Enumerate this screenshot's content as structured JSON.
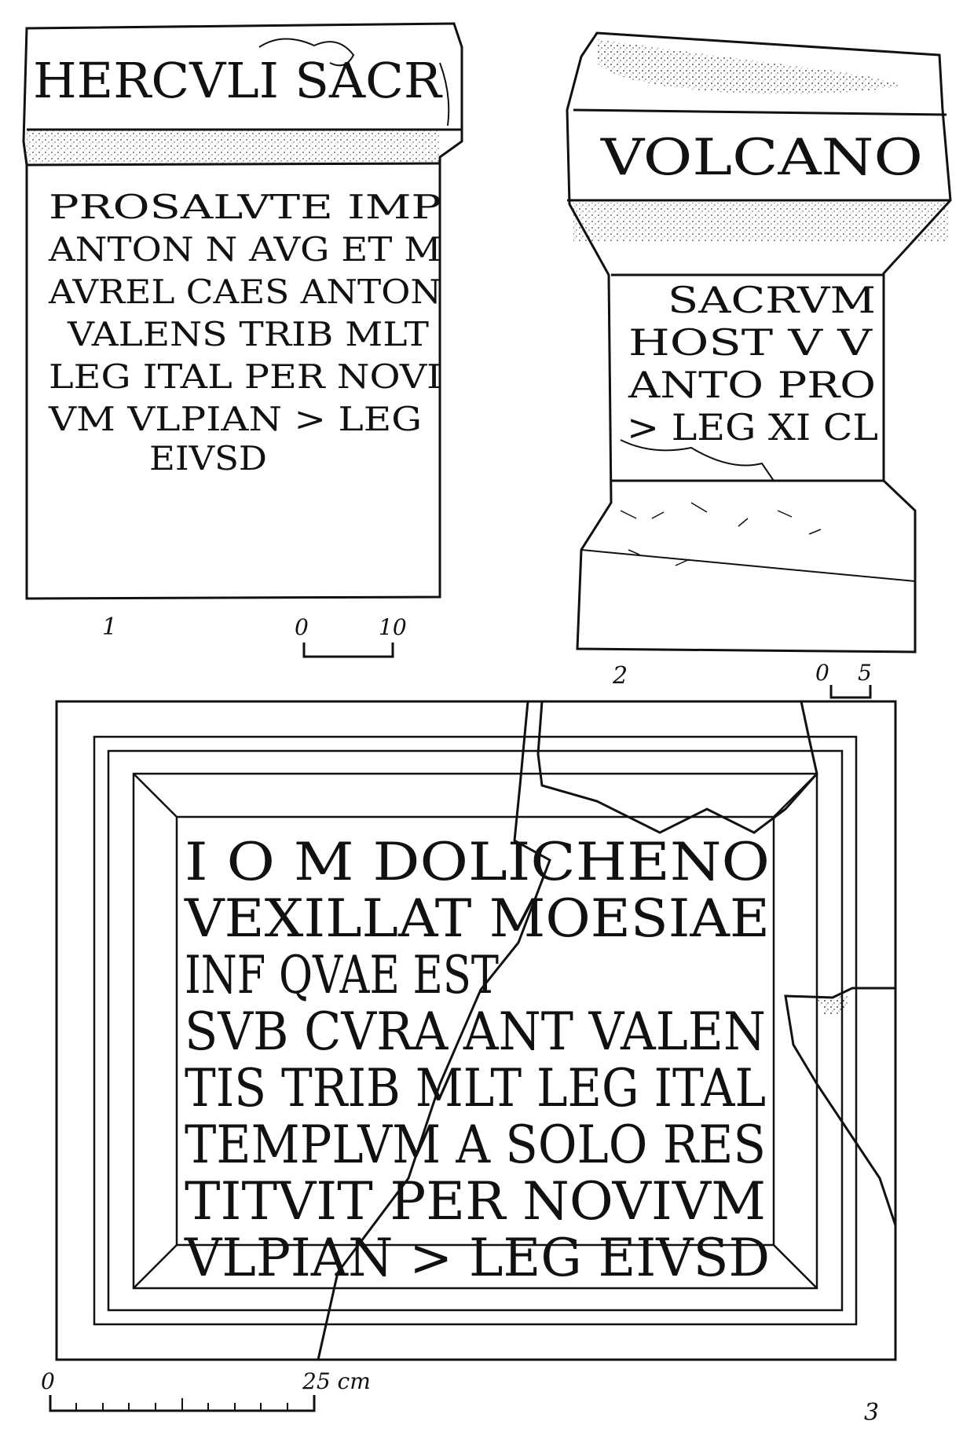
{
  "colors": {
    "ink": "#111111",
    "paper": "#ffffff"
  },
  "fig1": {
    "label": "1",
    "top": "HERCVLI SACR",
    "lines": [
      "PROSALVTE IMP",
      "ANTON N AVG ET M",
      "AVREL CAES ANTON",
      "VALENS TRIB MLT",
      "LEG ITAL PER NOVI",
      "VM VLPIAN > LEG",
      "EIVSD"
    ],
    "scale": {
      "start": "0",
      "end": "10"
    }
  },
  "fig2": {
    "label": "2",
    "top": "VOLCANO",
    "lines": [
      "SACRVM",
      "HOST V V",
      "ANTO PRO",
      "> LEG XI CL"
    ],
    "scale": {
      "start": "0",
      "end": "5"
    }
  },
  "fig3": {
    "label": "3",
    "lines": [
      "I O M DOLICHENO",
      "VEXILLAT MOESIAE",
      "INF QVAE EST",
      "SVB CVRA ANT VALEN",
      "TIS TRIB MLT LEG ITAL",
      "TEMPLVM A SOLO RES",
      "TITVIT PER NOVIVM",
      "VLPIAN > LEG EIVSD"
    ],
    "scale": {
      "start": "0",
      "end": "25 cm"
    }
  }
}
